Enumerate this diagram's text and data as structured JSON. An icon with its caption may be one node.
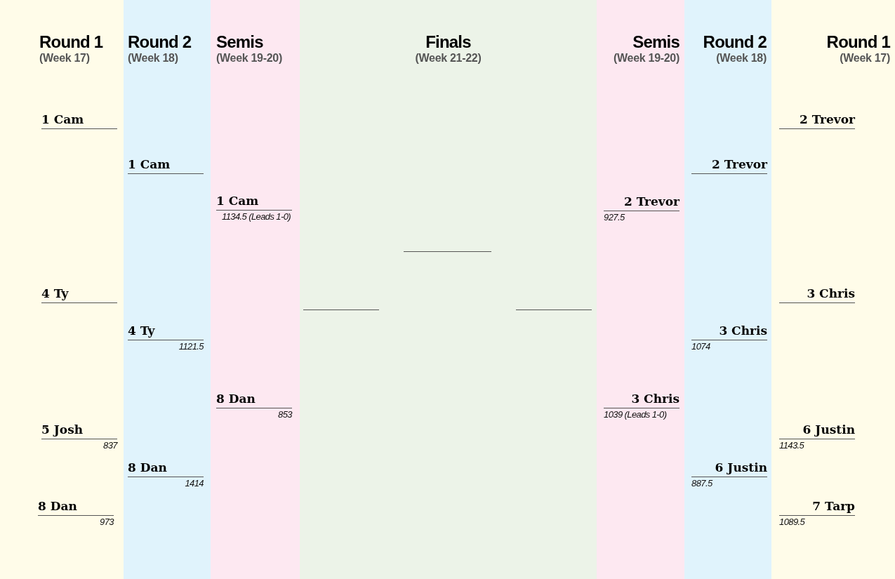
{
  "diagram": {
    "nodes": [
      {
        "text": [
          "Round 1",
          "(Week 17)"
        ]
      },
      {
        "text": [
          "1 Cam"
        ],
        "in": 0
      },
      {
        "text": [
          "4 Ty"
        ],
        "in": 0
      },
      {
        "text": [
          "5 Josh",
          "837"
        ],
        "in": 0
      },
      {
        "text": [
          "8 Dan",
          "973"
        ],
        "in": 0
      },
      {
        "text": [
          "Round 2",
          "(Week 18)"
        ]
      },
      {
        "text": [
          "1 Cam"
        ],
        "in": 5
      },
      {
        "text": [
          "4 Ty",
          "1121.5"
        ],
        "in": 5
      },
      {
        "text": [
          "8 Dan",
          "1414"
        ],
        "in": 5
      },
      {
        "text": [
          "Semis",
          "(Week 19-20)"
        ]
      },
      {
        "text": [
          "1 Cam",
          "1134.5 (Leads 1-0)"
        ],
        "in": 9
      },
      {
        "text": [
          "8 Dan",
          "853"
        ],
        "in": 9
      },
      {
        "text": [
          "Finals",
          "(Week 21-22)"
        ]
      },
      {
        "text": [],
        "shape": "bar",
        "in": 12
      },
      {
        "text": [],
        "shape": "bar",
        "in": 12
      },
      {
        "text": [],
        "shape": "bar",
        "in": 12
      },
      {
        "text": [
          "Semis",
          "(Week 19-20)"
        ]
      },
      {
        "text": [
          "2 Trevor",
          "927.5"
        ],
        "in": 16
      },
      {
        "text": [
          "3 Chris",
          "1039 (Leads 1-0)"
        ],
        "in": 16
      },
      {
        "text": [
          "Round 2",
          "(Week 18)"
        ]
      },
      {
        "text": [
          "2 Trevor"
        ],
        "in": 19
      },
      {
        "text": [
          "3 Chris",
          "1074"
        ],
        "in": 19
      },
      {
        "text": [
          "6 Justin",
          "887.5"
        ],
        "in": 19
      },
      {
        "text": [
          "Round 1",
          "(Week 17)"
        ]
      },
      {
        "text": [
          "2 Trevor"
        ],
        "in": 23
      },
      {
        "text": [
          "3 Chris"
        ],
        "in": 23
      },
      {
        "text": [
          "6 Justin",
          "1143.5"
        ],
        "in": 23
      },
      {
        "text": [
          "7 Tarp",
          "1089.5"
        ],
        "in": 23
      }
    ]
  }
}
